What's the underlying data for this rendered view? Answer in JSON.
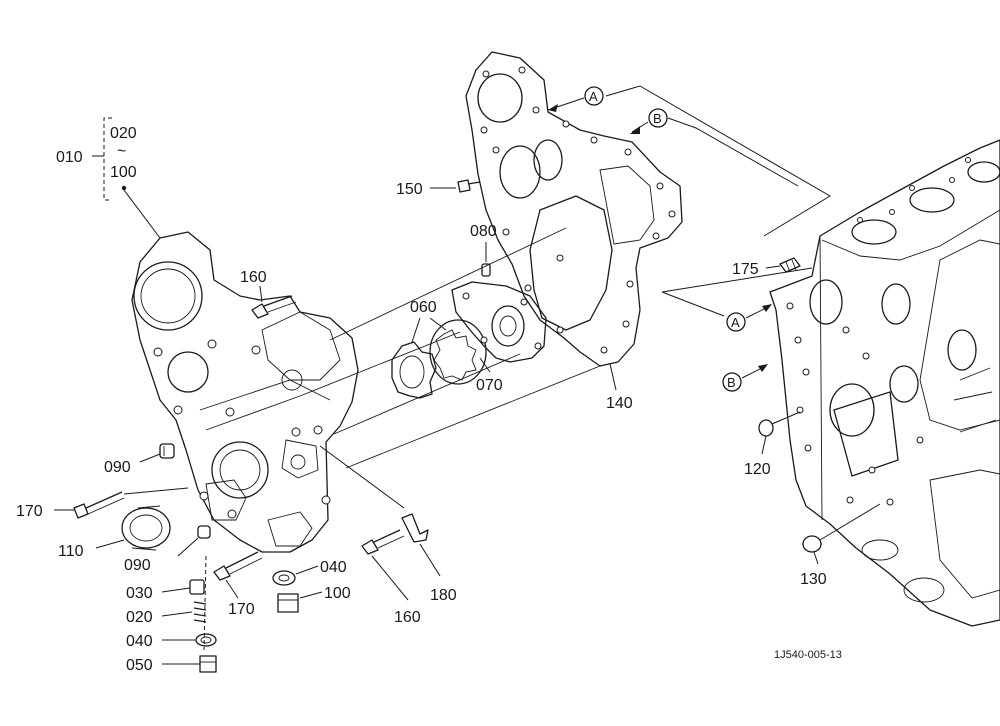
{
  "diagram": {
    "drawing_code": "1J540-005-13",
    "group": {
      "main_label": "010",
      "range_start": "020",
      "range_sep": "~",
      "range_end": "100"
    },
    "parts": {
      "p020a": "020",
      "p030": "030",
      "p040a": "040",
      "p040b": "040",
      "p050": "050",
      "p060": "060",
      "p070": "070",
      "p080": "080",
      "p090a": "090",
      "p090b": "090",
      "p100": "100",
      "p110": "110",
      "p120": "120",
      "p130": "130",
      "p140": "140",
      "p150": "150",
      "p160a": "160",
      "p160b": "160",
      "p170a": "170",
      "p170b": "170",
      "p175": "175",
      "p180": "180"
    },
    "markers": {
      "a_top": "A",
      "b_top": "B",
      "a_block": "A",
      "b_block": "B"
    }
  }
}
